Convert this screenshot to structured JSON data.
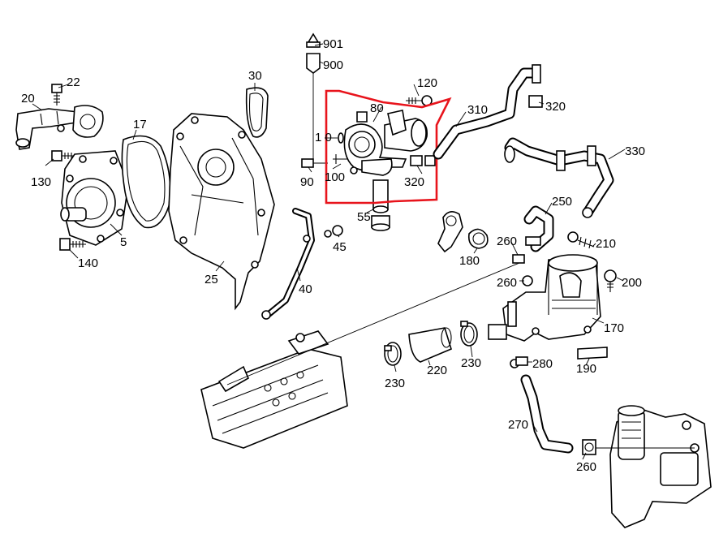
{
  "highlight_color": "#e8141c",
  "callouts": [
    {
      "id": "901",
      "text": "901"
    },
    {
      "id": "900",
      "text": "900"
    },
    {
      "id": "30",
      "text": "30"
    },
    {
      "id": "22",
      "text": "22"
    },
    {
      "id": "20",
      "text": "20"
    },
    {
      "id": "17",
      "text": "17"
    },
    {
      "id": "130",
      "text": "130"
    },
    {
      "id": "5",
      "text": "5"
    },
    {
      "id": "140",
      "text": "140"
    },
    {
      "id": "25",
      "text": "25"
    },
    {
      "id": "40",
      "text": "40"
    },
    {
      "id": "120",
      "text": "120"
    },
    {
      "id": "80",
      "text": "80"
    },
    {
      "id": "310",
      "text": "310"
    },
    {
      "id": "320a",
      "text": "320"
    },
    {
      "id": "110",
      "text": "1 0"
    },
    {
      "id": "90",
      "text": "90"
    },
    {
      "id": "100",
      "text": "100"
    },
    {
      "id": "320b",
      "text": "320"
    },
    {
      "id": "55",
      "text": "55"
    },
    {
      "id": "45",
      "text": "45"
    },
    {
      "id": "330",
      "text": "330"
    },
    {
      "id": "250",
      "text": "250"
    },
    {
      "id": "210",
      "text": "210"
    },
    {
      "id": "260a",
      "text": "260"
    },
    {
      "id": "180",
      "text": "180"
    },
    {
      "id": "260b",
      "text": "260"
    },
    {
      "id": "200",
      "text": "200"
    },
    {
      "id": "170",
      "text": "170"
    },
    {
      "id": "230a",
      "text": "230"
    },
    {
      "id": "220",
      "text": "220"
    },
    {
      "id": "230b",
      "text": "230"
    },
    {
      "id": "280",
      "text": "280"
    },
    {
      "id": "190",
      "text": "190"
    },
    {
      "id": "270",
      "text": "270"
    },
    {
      "id": "260c",
      "text": "260"
    }
  ]
}
